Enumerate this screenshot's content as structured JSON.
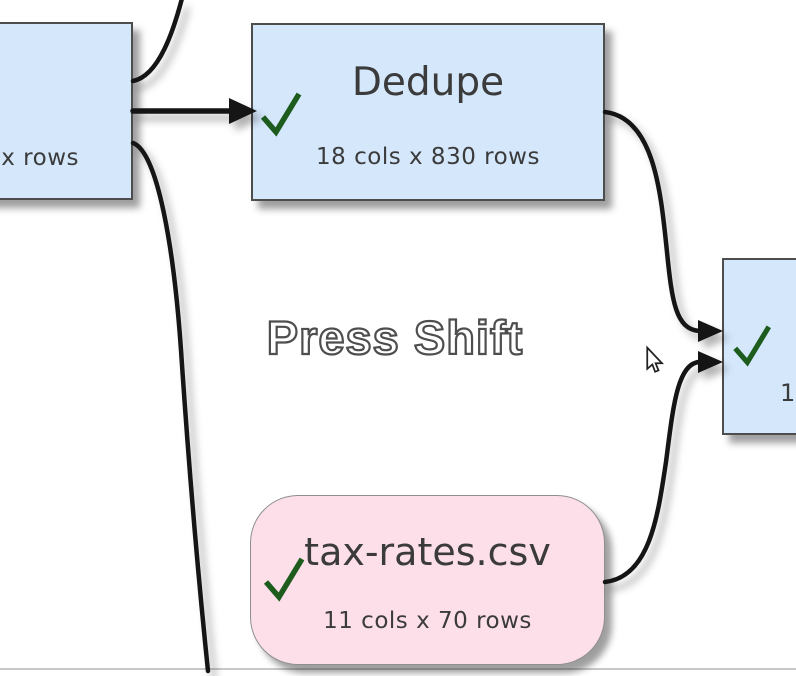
{
  "canvas": {
    "hint_text": "Press Shift"
  },
  "nodes": {
    "left_partial": {
      "subtitle": "x rows"
    },
    "dedupe": {
      "title": "Dedupe",
      "subtitle": "18 cols x 830 rows",
      "checked": true
    },
    "tax_rates": {
      "title": "tax-rates.csv",
      "subtitle": "11 cols x 70 rows",
      "checked": true
    },
    "right_partial": {
      "subtitle_partial": "1",
      "checked": true
    }
  },
  "colors": {
    "background": "#ffffff",
    "node_fill_blue": "#d4e7fb",
    "node_fill_pink": "#fcdfe9",
    "node_border": "#4d4d4d",
    "pink_border": "#8f8f8f",
    "check_green": "#1d5c1d",
    "node_text": "#3b3b3b",
    "connector": "#151515",
    "hint_outline": "#4e4e4e",
    "canvas_edge": "#c8c8c8"
  }
}
